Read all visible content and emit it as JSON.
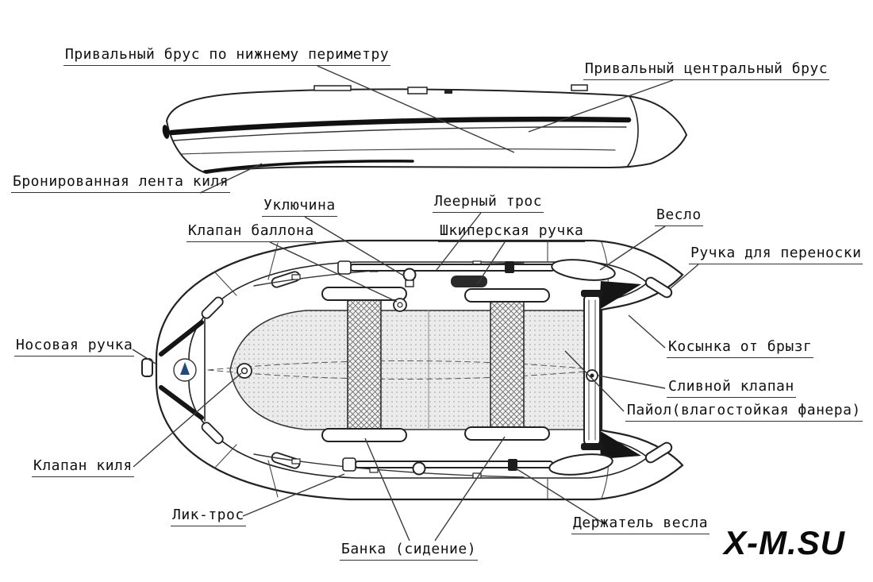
{
  "diagram": {
    "labels": {
      "rub_strake_lower": "Привальный брус по нижнему периметру",
      "central_strake": "Привальный центральный брус",
      "keel_tape": "Бронированная лента киля",
      "rowlock": "Уключина",
      "grab_rope": "Леерный трос",
      "tube_valve": "Клапан баллона",
      "skipper_handle": "Шкиперская ручка",
      "oar": "Весло",
      "carry_handle": "Ручка для переноски",
      "bow_handle": "Носовая ручка",
      "splash_gusset": "Косынка от брызг",
      "drain_valve": "Сливной клапан",
      "floorboard": "Пайол(влагостойкая фанера)",
      "keel_valve": "Клапан киля",
      "bolt_rope": "Лик-трос",
      "oar_holder": "Держатель весла",
      "seat": "Банка (сидение)"
    },
    "watermark": "X-M.SU"
  }
}
